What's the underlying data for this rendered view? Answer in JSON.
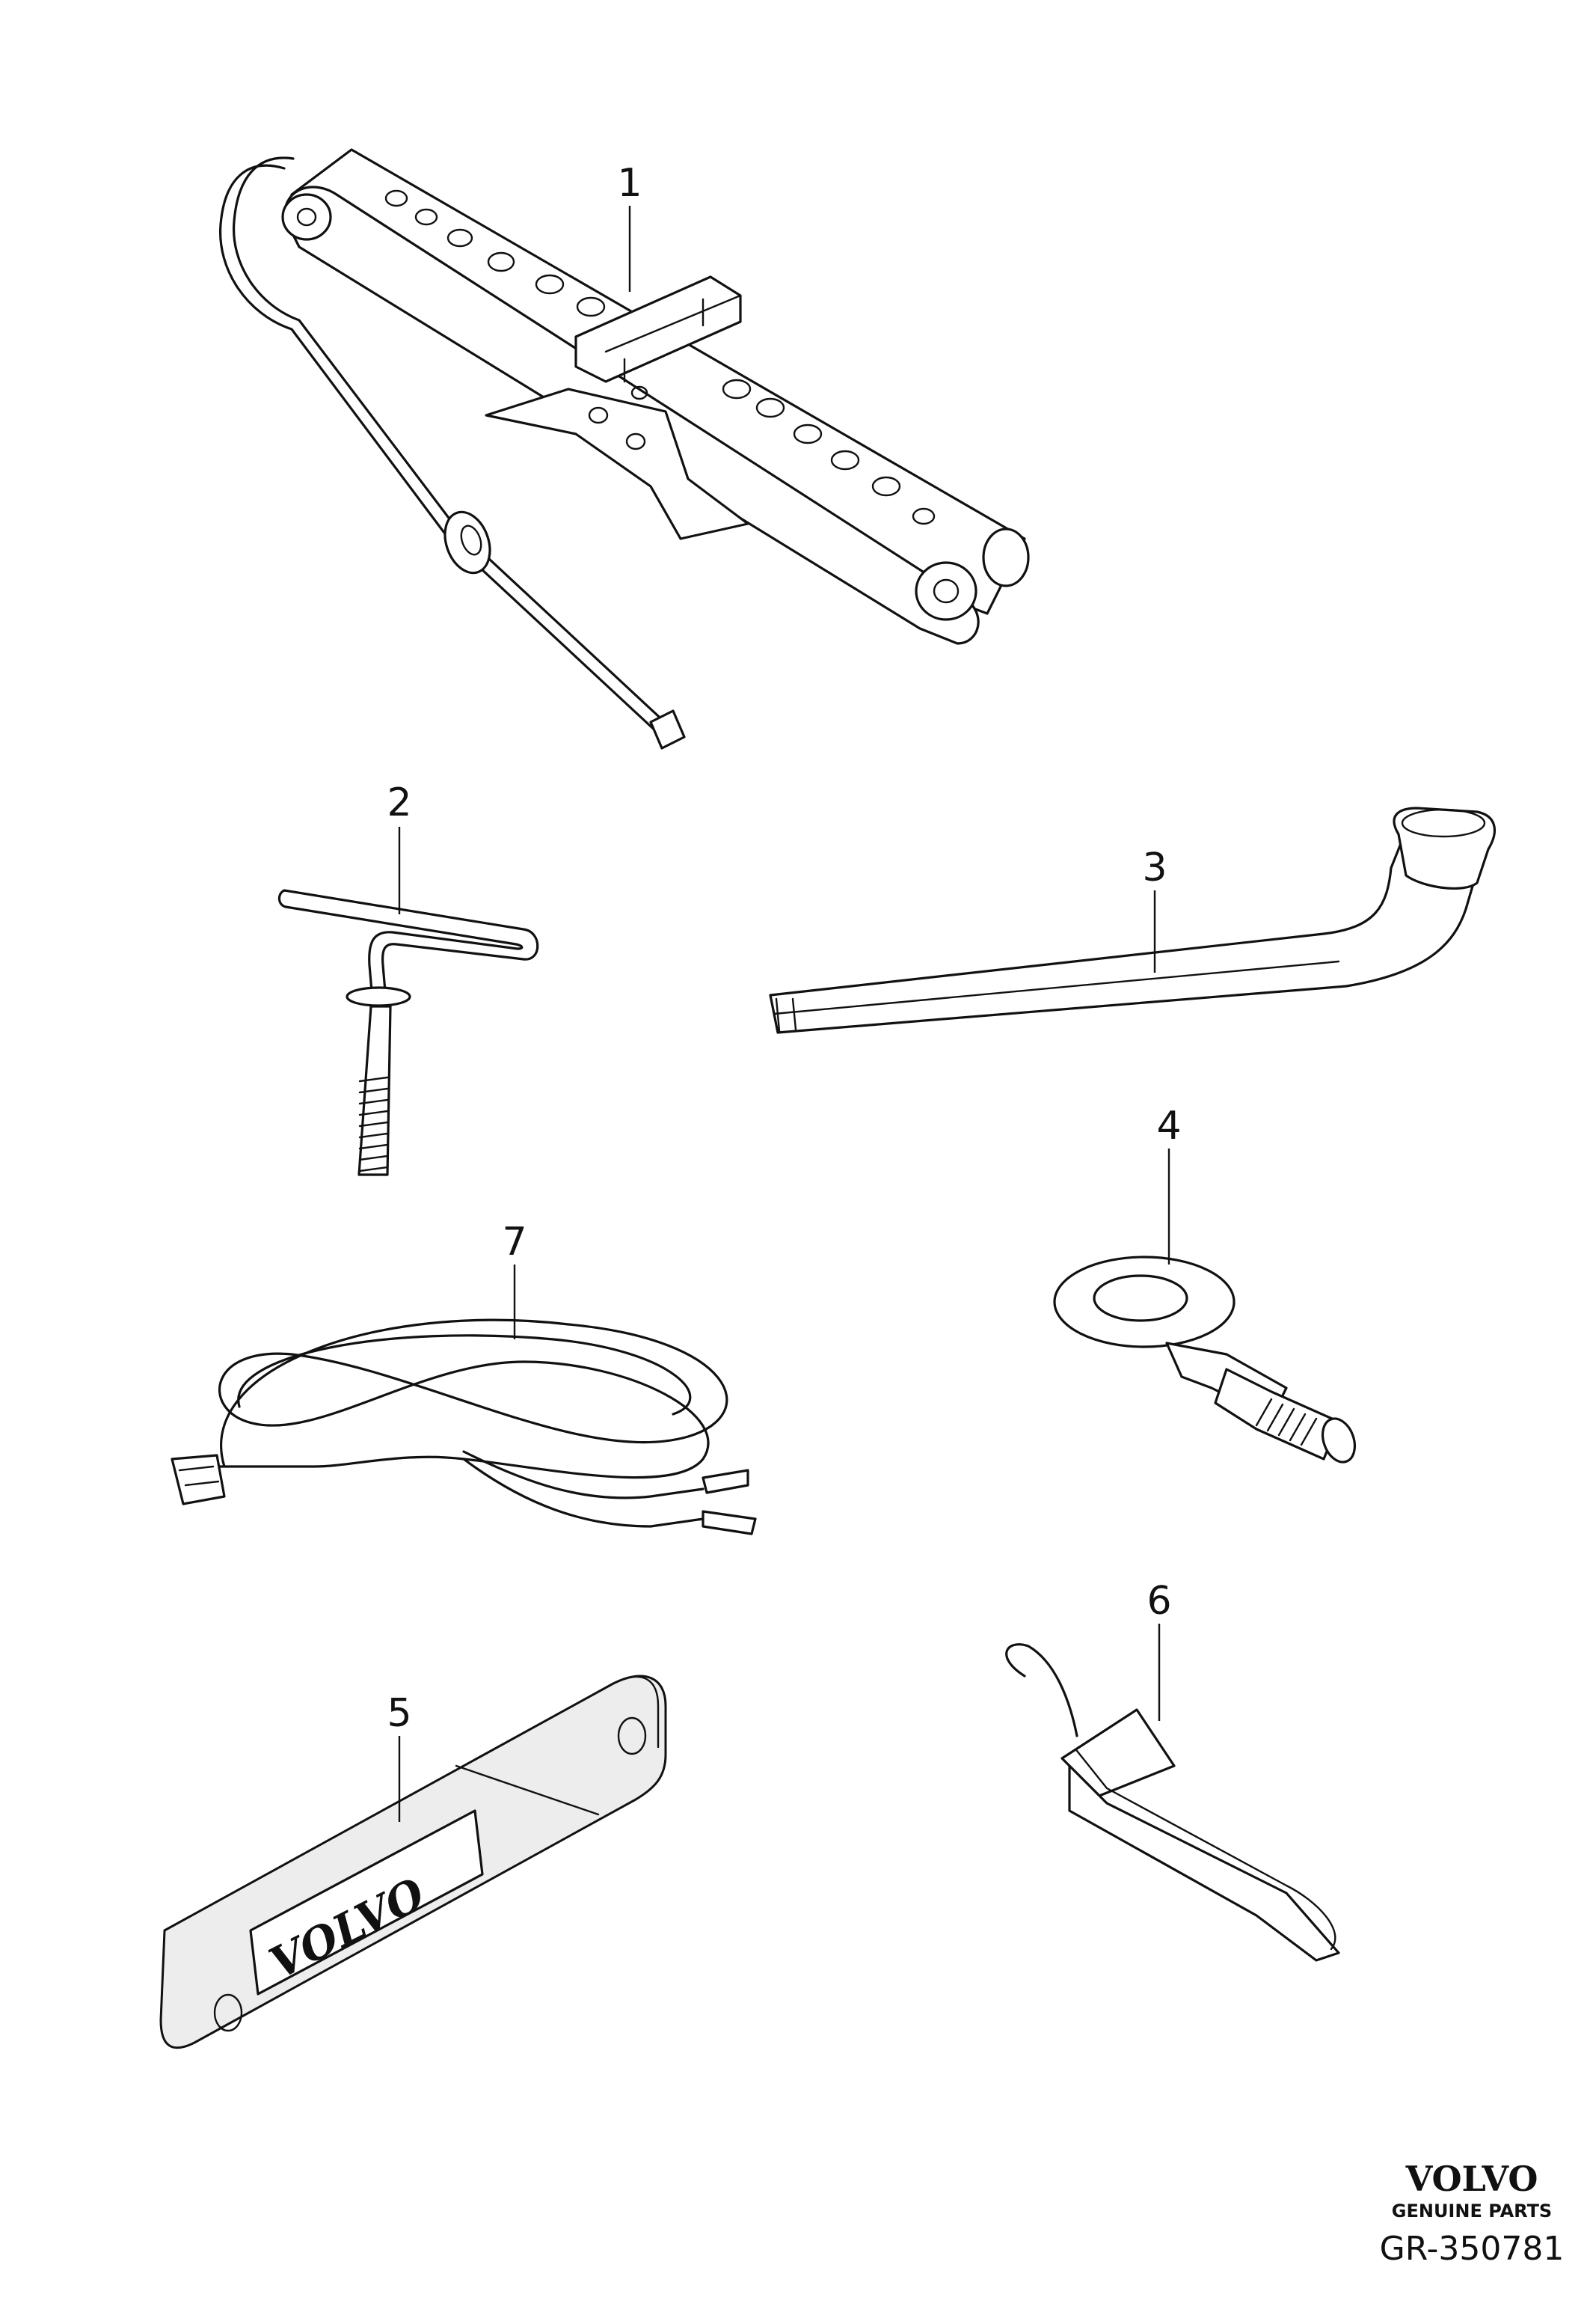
{
  "callouts": [
    "1",
    "2",
    "3",
    "4",
    "5",
    "6",
    "7"
  ],
  "pouch_logo": "VOLVO",
  "footer": {
    "brand": "VOLVO",
    "subtitle": "GENUINE PARTS",
    "reference": "GR-350781"
  }
}
